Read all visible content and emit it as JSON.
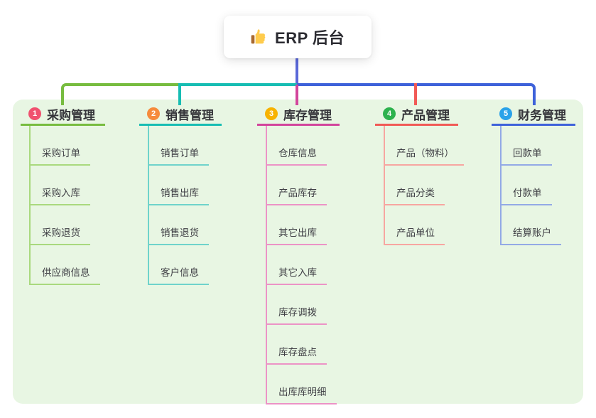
{
  "root": {
    "title": "ERP 后台",
    "icon": "thumbs-up-icon",
    "colors": {
      "stem": "#5A68D8"
    }
  },
  "panel": {
    "bg": "#E8F6E3"
  },
  "branches": [
    {
      "badge": "1",
      "title": "采购管理",
      "colors": {
        "badge": "#F0516F",
        "main": "#77BC3F",
        "light": "#A9D97E"
      },
      "items": [
        "采购订单",
        "采购入库",
        "采购退货",
        "供应商信息"
      ]
    },
    {
      "badge": "2",
      "title": "销售管理",
      "colors": {
        "badge": "#F68B3C",
        "main": "#17BDB3",
        "light": "#6FD3CB"
      },
      "items": [
        "销售订单",
        "销售出库",
        "销售退货",
        "客户信息"
      ]
    },
    {
      "badge": "3",
      "title": "库存管理",
      "colors": {
        "badge": "#F7B301",
        "main": "#D2459C",
        "light": "#EC93C6"
      },
      "items": [
        "仓库信息",
        "产品库存",
        "其它出库",
        "其它入库",
        "库存调拨",
        "库存盘点",
        "出库库明细"
      ]
    },
    {
      "badge": "4",
      "title": "产品管理",
      "colors": {
        "badge": "#2DB24E",
        "main": "#F15A56",
        "light": "#F7A6A1"
      },
      "items": [
        "产品（物料）",
        "产品分类",
        "产品单位"
      ]
    },
    {
      "badge": "5",
      "title": "财务管理",
      "colors": {
        "badge": "#2AA2E9",
        "main": "#3E62DA",
        "light": "#93A9E6"
      },
      "items": [
        "回款单",
        "付款单",
        "结算账户"
      ]
    }
  ]
}
